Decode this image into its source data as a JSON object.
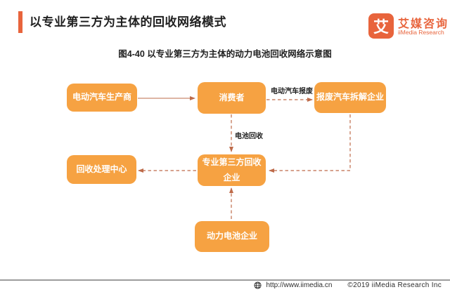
{
  "header": {
    "title": "以专业第三方为主体的回收网络模式",
    "logo": {
      "icon_char": "艾",
      "name_cn": "艾媒咨询",
      "name_en": "iiMedia Research"
    }
  },
  "figure_caption": "图4-40 以专业第三方为主体的动力电池回收网络示意图",
  "diagram": {
    "nodes": [
      {
        "id": "ev-manufacturer",
        "label": "电动汽车生产商"
      },
      {
        "id": "consumer",
        "label": "消费者"
      },
      {
        "id": "scrapped-car-dismantler",
        "label": "报废汽车拆解企业"
      },
      {
        "id": "recycling-center",
        "label": "回收处理中心"
      },
      {
        "id": "third-party-recycler",
        "label": "专业第三方回收企业"
      },
      {
        "id": "power-battery-company",
        "label": "动力电池企业"
      }
    ],
    "edges": [
      {
        "from": "ev-manufacturer",
        "to": "consumer",
        "style": "solid",
        "label": ""
      },
      {
        "from": "consumer",
        "to": "scrapped-car-dismantler",
        "style": "dashed",
        "label": "电动汽车报废"
      },
      {
        "from": "consumer",
        "to": "third-party-recycler",
        "style": "dashed",
        "label": "电池回收"
      },
      {
        "from": "scrapped-car-dismantler",
        "to": "third-party-recycler",
        "style": "dashed",
        "label": ""
      },
      {
        "from": "third-party-recycler",
        "to": "recycling-center",
        "style": "dashed",
        "label": ""
      },
      {
        "from": "power-battery-company",
        "to": "third-party-recycler",
        "style": "dashed",
        "label": ""
      }
    ],
    "colors": {
      "node_fill": "#F6A242",
      "node_text": "#FFFFFF",
      "arrow": "#BE6B4A",
      "accent": "#E8643C"
    }
  },
  "footer": {
    "url": "http://www.iimedia.cn",
    "copyright": "©2019  iiMedia Research  Inc"
  }
}
